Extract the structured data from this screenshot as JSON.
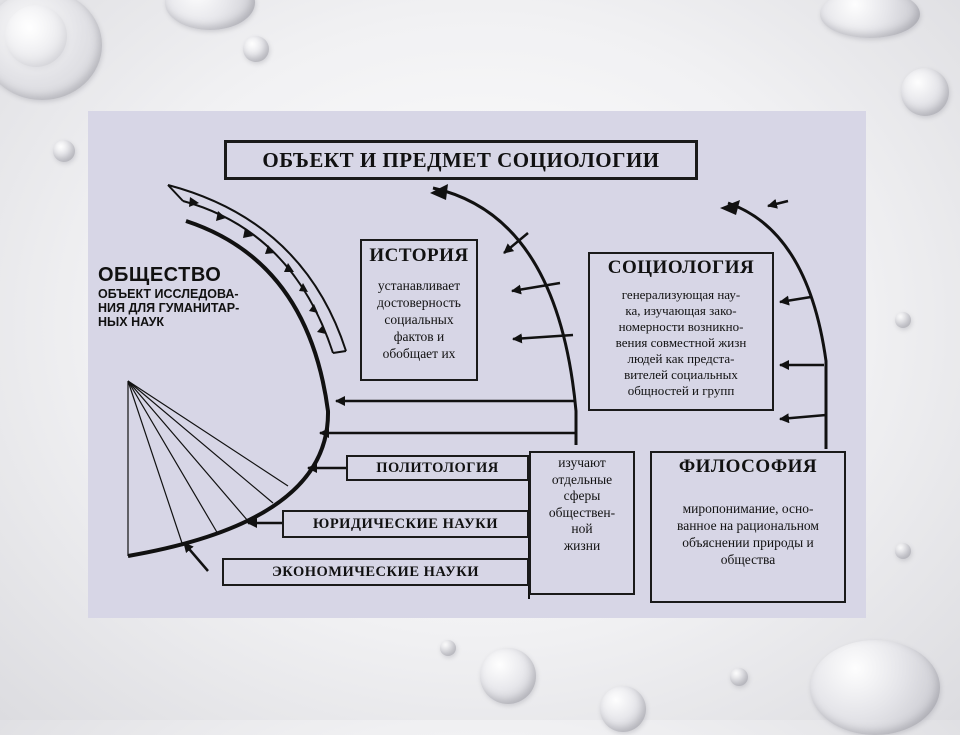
{
  "slide": {
    "background_color": "#efeff1",
    "panel_color": "#d7d6e6"
  },
  "diagram": {
    "title": "ОБЪЕКТ И ПРЕДМЕТ СОЦИОЛОГИИ",
    "society": {
      "heading": "ОБЩЕСТВО",
      "lines": [
        "ОБЪЕКТ ИССЛЕДОВА-",
        "НИЯ ДЛЯ ГУМАНИТАР-",
        "НЫХ НАУК"
      ]
    },
    "history": {
      "heading": "ИСТОРИЯ",
      "lines": [
        "устанавливает",
        "достоверность",
        "социальных",
        "фактов и",
        "обобщает их"
      ]
    },
    "sociology": {
      "heading": "СОЦИОЛОГИЯ",
      "lines": [
        "генерализующая нау-",
        "ка, изучающая зако-",
        "номерности возникно-",
        "вения совместной жизн",
        "людей как предста-",
        "вителей социальных",
        "общностей и групп"
      ]
    },
    "philosophy": {
      "heading": "ФИЛОСОФИЯ",
      "lines": [
        "миропонимание, осно-",
        "ванное на рациональном",
        "объяснении природы и",
        "общества"
      ]
    },
    "sciences": {
      "politology": "ПОЛИТОЛОГИЯ",
      "law": "ЮРИДИЧЕСКИЕ НАУКИ",
      "economics": "ЭКОНОМИЧЕСКИЕ НАУКИ"
    },
    "spheres": {
      "lines": [
        "изучают",
        "отдельные",
        "сферы",
        "обществен-",
        "ной",
        "жизни"
      ]
    }
  }
}
